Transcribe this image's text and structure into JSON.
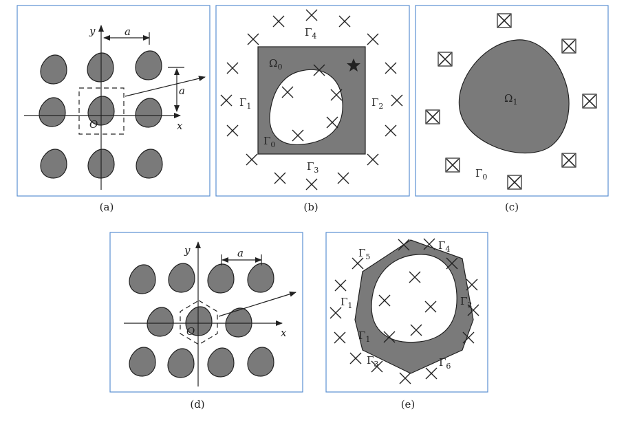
{
  "panels": {
    "a": {
      "caption": "(a)",
      "y_label": "y",
      "x_label": "x",
      "origin": "O",
      "lattice_a_top": "a",
      "lattice_a_right": "a"
    },
    "b": {
      "caption": "(b)",
      "omega": "Ω",
      "omega_sub": "0",
      "g4": "Γ",
      "g4_sub": "4",
      "g1": "Γ",
      "g1_sub": "1",
      "g2": "Γ",
      "g2_sub": "2",
      "g0": "Γ",
      "g0_sub": "0",
      "g3": "Γ",
      "g3_sub": "3"
    },
    "c": {
      "caption": "(c)",
      "omega": "Ω",
      "omega_sub": "1",
      "g0": "Γ",
      "g0_sub": "0"
    },
    "d": {
      "caption": "(d)",
      "y_label": "y",
      "x_label": "x",
      "origin": "O",
      "lattice_a": "a"
    },
    "e": {
      "caption": "(e)",
      "g5": "Γ",
      "g5_sub": "5",
      "g4": "Γ",
      "g4_sub": "4",
      "g1_left": "Γ",
      "g1_left_sub": "1",
      "g2": "Γ",
      "g2_sub": "2",
      "g1_inner": "Γ",
      "g1_inner_sub": "1",
      "g3": "Γ",
      "g3_sub": "3",
      "g6": "Γ",
      "g6_sub": "6"
    }
  }
}
